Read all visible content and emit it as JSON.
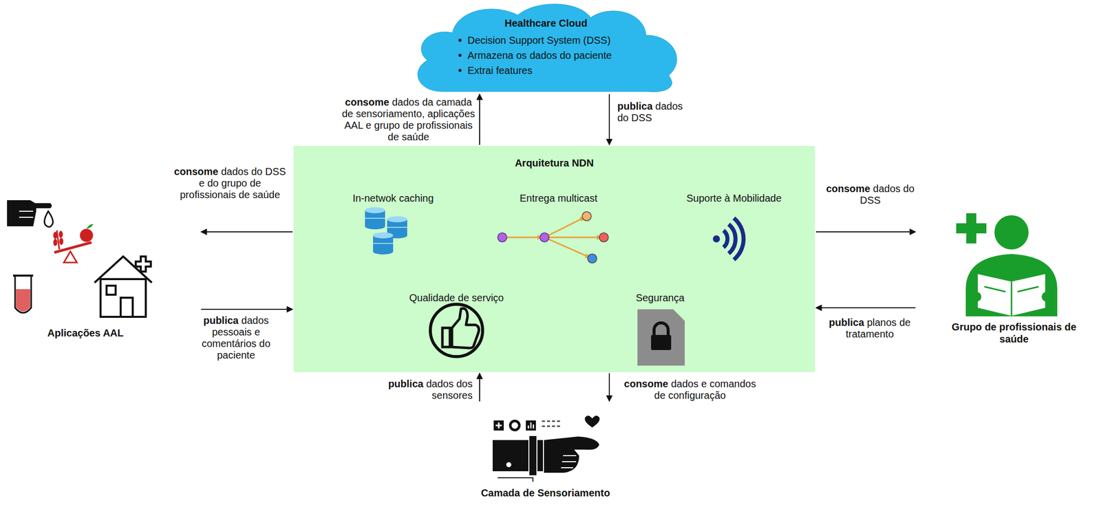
{
  "diagram": {
    "nodes": [
      {
        "text": [
          "Healthcare Cloud",
          "Decision Support System (DSS)",
          "Armazena os dados do paciente",
          "Extrai features"
        ]
      },
      {
        "text": [
          "Arquitetura NDN"
        ]
      },
      {
        "text": [
          "Aplicações AAL"
        ]
      },
      {
        "text": [
          "Grupo de profissionais de saúde"
        ]
      },
      {
        "text": [
          "Camada de Sensoriamento"
        ]
      }
    ],
    "edges": [
      {
        "from": 1,
        "to": 0,
        "arrow": "to",
        "label": "consome dados da camada de sensoriamento, aplicações AAL e grupo de profissionais de saúde"
      },
      {
        "from": 0,
        "to": 1,
        "arrow": "to",
        "label": "publica dados do DSS"
      },
      {
        "from": 1,
        "to": 2,
        "arrow": "to",
        "label": "consome dados do DSS e do grupo de profissionais de saúde"
      },
      {
        "from": 2,
        "to": 1,
        "arrow": "to",
        "label": "publica dados pessoais e comentários do paciente"
      },
      {
        "from": 1,
        "to": 3,
        "arrow": "to",
        "label": "consome dados do DSS"
      },
      {
        "from": 3,
        "to": 1,
        "arrow": "to",
        "label": "publica planos de tratamento"
      },
      {
        "from": 4,
        "to": 1,
        "arrow": "to",
        "label": "publica dados dos sensores"
      },
      {
        "from": 1,
        "to": 4,
        "arrow": "to",
        "label": "consome dados e comandos de configuração"
      }
    ],
    "labels": [
      "In-netwok caching",
      "Entrega multicast",
      "Suporte à Mobilidade",
      "Qualidade de serviço",
      "Segurança"
    ]
  }
}
